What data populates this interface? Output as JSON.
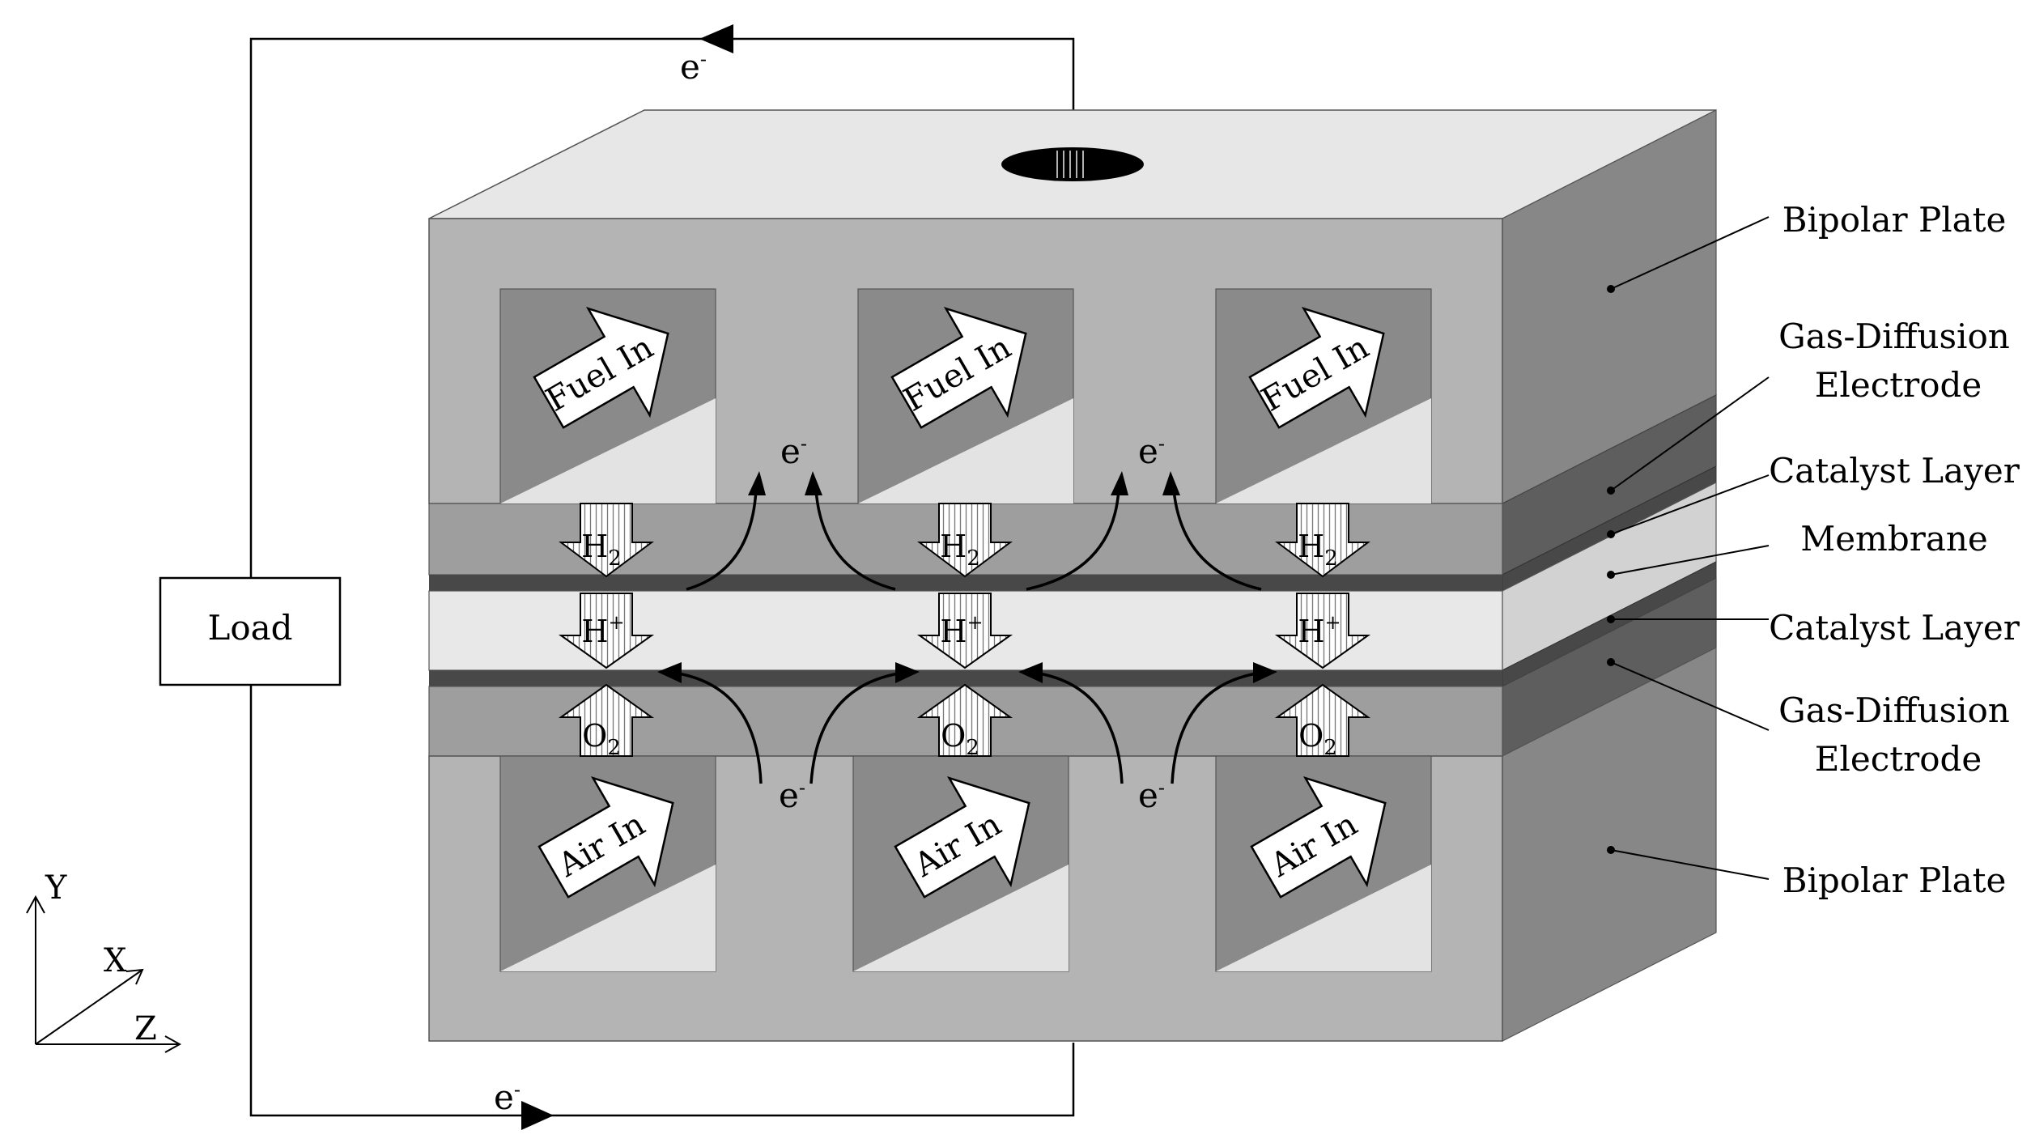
{
  "colors": {
    "plate_front": "#b4b4b4",
    "plate_top": "#e7e7e7",
    "plate_side": "#878787",
    "channel_dark": "#8a8a8a",
    "channel_light": "#e3e3e3",
    "gde_front": "#9e9e9e",
    "gde_side": "#5e5e5e",
    "catalyst": "#484848",
    "membrane_front": "#e8e8e8",
    "membrane_side": "#d2d2d2",
    "arrow_fill": "#ffffff",
    "line": "#000000"
  },
  "icons": {
    "wire_arrow": "triangle-arrowhead",
    "flow_arrow": "block-arrow",
    "species_arrow": "hatched-block-arrow",
    "electron_arrow": "curved-arrow",
    "terminal": "hatched-ellipse"
  },
  "labels": {
    "load": "Load",
    "electron": "e",
    "electron_charge": "-",
    "fuel_in": "Fuel In",
    "air_in": "Air In",
    "h2": "H",
    "h2_sub": "2",
    "h_plus": "H",
    "h_plus_sup": "+",
    "o2": "O",
    "o2_sub": "2"
  },
  "legend": {
    "bipolar_plate_top": "Bipolar Plate",
    "gde_top_line1": "Gas-Diffusion",
    "gde_top_line2": "Electrode",
    "catalyst_top": "Catalyst Layer",
    "membrane": "Membrane",
    "catalyst_bottom": "Catalyst Layer",
    "gde_bottom_line1": "Gas-Diffusion",
    "gde_bottom_line2": "Electrode",
    "bipolar_plate_bottom": "Bipolar Plate"
  },
  "axes": {
    "y": "Y",
    "x": "X",
    "z": "Z"
  }
}
